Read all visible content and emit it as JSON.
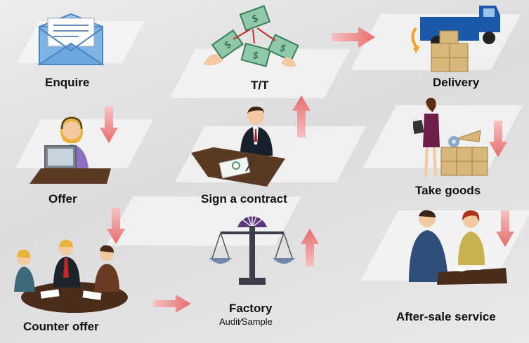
{
  "steps": {
    "enquire": "Enquire",
    "tt": "T/T",
    "delivery": "Delivery",
    "offer": "Offer",
    "sign_contract": "Sign a contract",
    "take_goods": "Take goods",
    "counter_offer": "Counter offer",
    "factory": "Factory",
    "factory_sub": "Audit⁄Sample",
    "after_sale": "After-sale service"
  },
  "colors": {
    "arrow": "#f08a8a",
    "truck": "#1b5aa8",
    "box": "#d9b77a",
    "money": "#8fc9a8",
    "table": "#5a3a22"
  }
}
